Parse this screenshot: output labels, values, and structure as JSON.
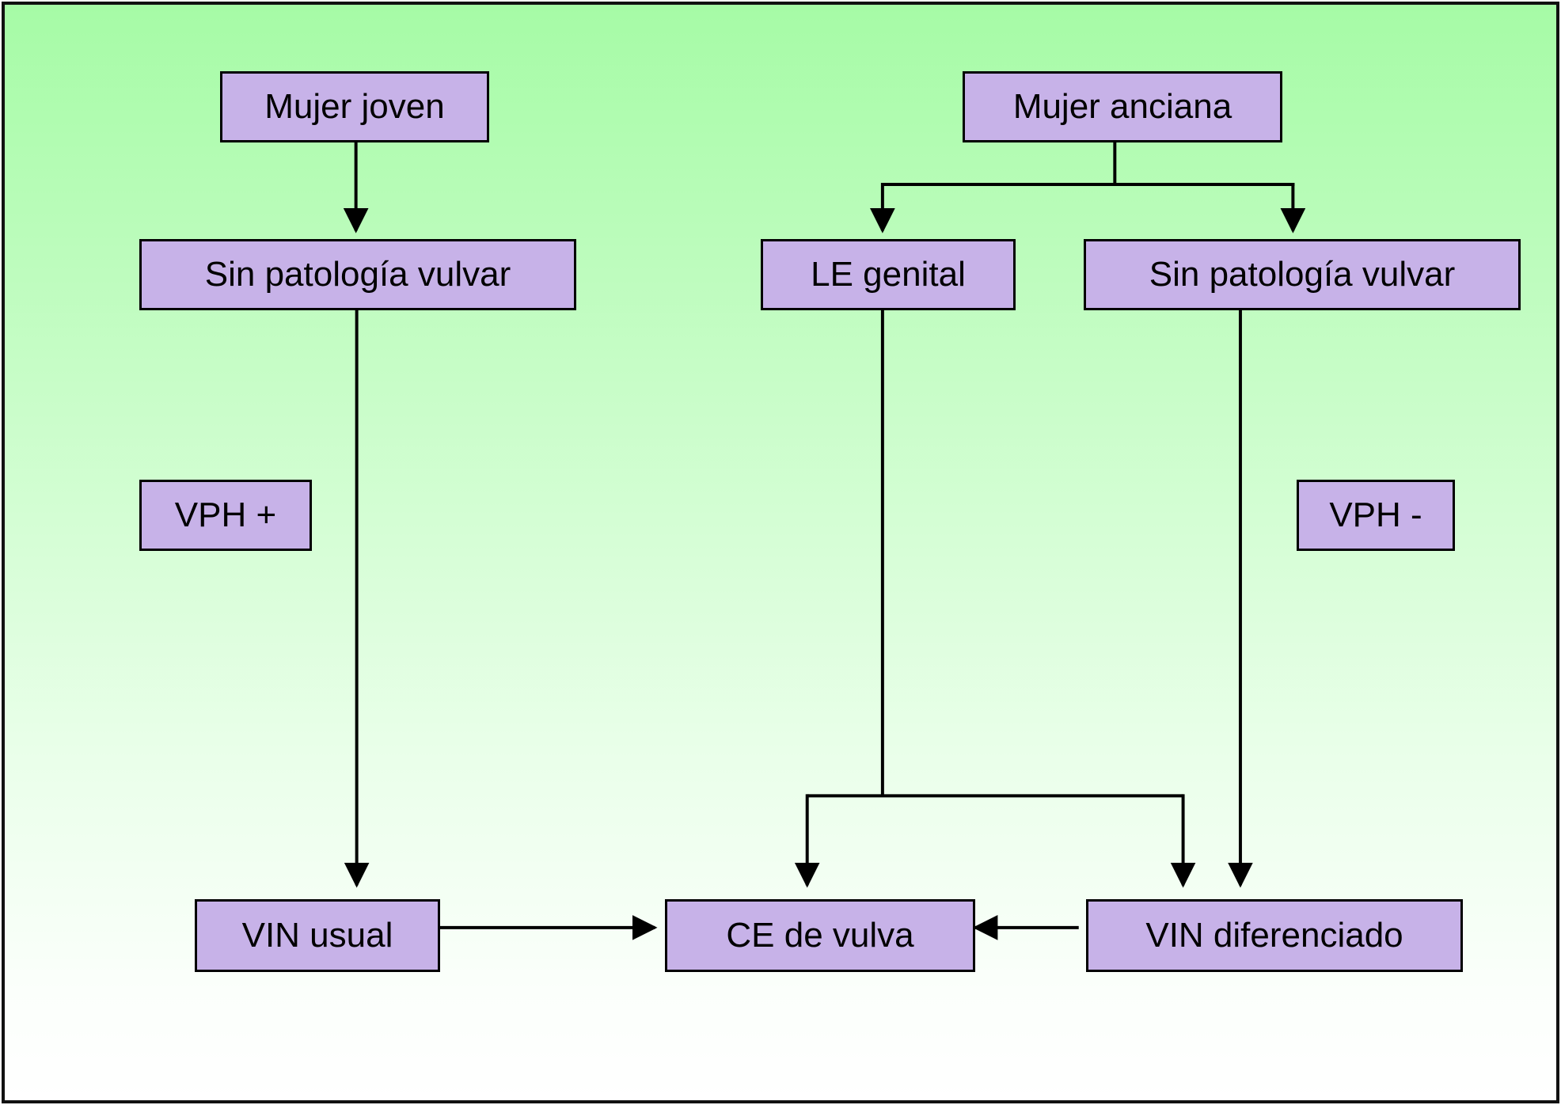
{
  "diagram": {
    "type": "flowchart",
    "title": "",
    "colors": {
      "background_top": "#a6fba6",
      "background_bottom": "#ffffff",
      "node_fill": "#c7b2e8",
      "node_border": "#000000",
      "arrow": "#000000"
    },
    "nodes": {
      "mujer_joven": "Mujer joven",
      "mujer_anciana": "Mujer anciana",
      "sin_patologia_izq": "Sin patología vulvar",
      "le_genital": "LE genital",
      "sin_patologia_der": "Sin patología vulvar",
      "vph_pos": "VPH +",
      "vph_neg": "VPH -",
      "vin_usual": "VIN usual",
      "ce_vulva": "CE de vulva",
      "vin_diferenciado": "VIN diferenciado"
    },
    "edges": [
      {
        "from": "mujer_joven",
        "to": "sin_patologia_izq"
      },
      {
        "from": "sin_patologia_izq",
        "to": "vin_usual",
        "annotation": "VPH +"
      },
      {
        "from": "mujer_anciana",
        "to": "le_genital"
      },
      {
        "from": "mujer_anciana",
        "to": "sin_patologia_der"
      },
      {
        "from": "le_genital",
        "to": "ce_vulva"
      },
      {
        "from": "le_genital",
        "to": "vin_diferenciado"
      },
      {
        "from": "sin_patologia_der",
        "to": "vin_diferenciado",
        "annotation": "VPH -"
      },
      {
        "from": "vin_usual",
        "to": "ce_vulva"
      },
      {
        "from": "vin_diferenciado",
        "to": "ce_vulva"
      }
    ]
  }
}
